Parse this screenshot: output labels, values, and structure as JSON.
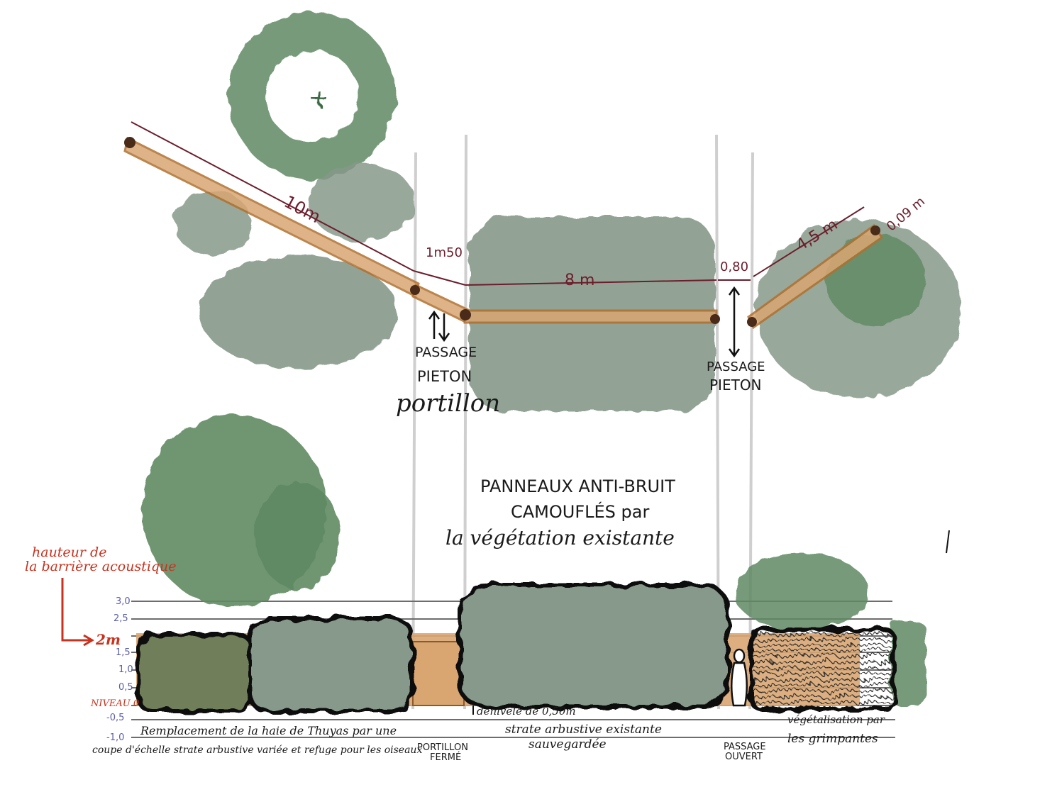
{
  "colors": {
    "foliage_dark": "#5f8a63",
    "foliage_grey": "#86998a",
    "panel_wood": "#d9a672",
    "panel_edge": "#b0702e",
    "dimension": "#6b1e2c",
    "barrier_red": "#c8321e",
    "level_blue": "#5a5fa8",
    "guide_grey": "#c8c8c8"
  },
  "plan": {
    "dimensions": {
      "segment_1": "10m",
      "gap_1": "1m50",
      "segment_2": "8 m",
      "gap_2": "0,80",
      "segment_3": "4,5 m",
      "thickness": "0,09 m"
    },
    "passage_1": [
      "PASSAGE",
      "PIETON"
    ],
    "portillon": "portillon",
    "passage_2": [
      "PASSAGE",
      "PIETON"
    ]
  },
  "note": [
    "PANNEAUX ANTI-BRUIT",
    "CAMOUFLÉS par",
    "la végétation existante"
  ],
  "section": {
    "barrier_label": [
      "hauteur de",
      "la barrière acoustique"
    ],
    "barrier_height": "2m",
    "levels": [
      "3,0",
      "2,5",
      "1,5",
      "1,0",
      "0,5",
      "NIVEAU 0",
      "-0,5",
      "-1,0"
    ],
    "denivele": "dénivelé de 0,50m",
    "captions": {
      "left": [
        "Remplacement de la haie de Thuyas par une",
        "coupe d'échelle strate arbustive variée et refuge pour les oiseaux"
      ],
      "portillon": [
        "PORTILLON",
        "FERMÉ"
      ],
      "middle": [
        "strate arbustive existante",
        "sauvegardée"
      ],
      "passage": [
        "PASSAGE",
        "OUVERT"
      ],
      "right": [
        "végétalisation par",
        "les grimpantes"
      ]
    }
  }
}
